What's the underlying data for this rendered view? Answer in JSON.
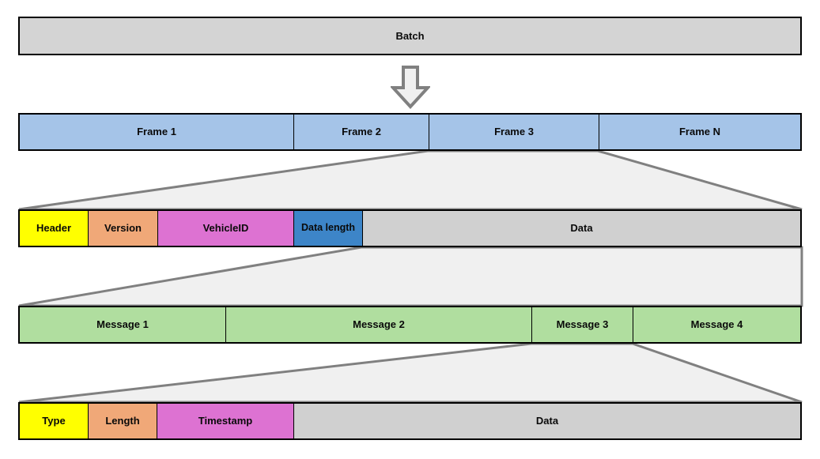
{
  "diagram": {
    "title_row": {
      "label": "Batch",
      "fill": "#D4D4D4"
    },
    "frame_row": {
      "fill": "#A5C4E8",
      "cells": [
        {
          "label": "Frame 1"
        },
        {
          "label": "Frame 2"
        },
        {
          "label": "Frame 3"
        },
        {
          "label": "Frame N"
        }
      ]
    },
    "frame_detail_row": {
      "cells": [
        {
          "label": "Header",
          "fill": "#FFFF00"
        },
        {
          "label": "Version",
          "fill": "#F0A878"
        },
        {
          "label": "VehicleID",
          "fill": "#DD72D2"
        },
        {
          "label": "Data length",
          "fill": "#3D85C8"
        },
        {
          "label": "Data",
          "fill": "#D0D0D0"
        }
      ]
    },
    "message_row": {
      "fill": "#B0DE9F",
      "cells": [
        {
          "label": "Message 1"
        },
        {
          "label": "Message 2"
        },
        {
          "label": "Message 3"
        },
        {
          "label": "Message 4"
        }
      ]
    },
    "message_detail_row": {
      "cells": [
        {
          "label": "Type",
          "fill": "#FFFF00"
        },
        {
          "label": "Length",
          "fill": "#F0A878"
        },
        {
          "label": "Timestamp",
          "fill": "#DD72D2"
        },
        {
          "label": "Data",
          "fill": "#D0D0D0"
        }
      ]
    },
    "arrow": {
      "name": "down-arrow",
      "fill": "#F0F0F0",
      "stroke": "#808080"
    },
    "connector_fill": "#F0F0F0",
    "connector_stroke": "#808080"
  }
}
